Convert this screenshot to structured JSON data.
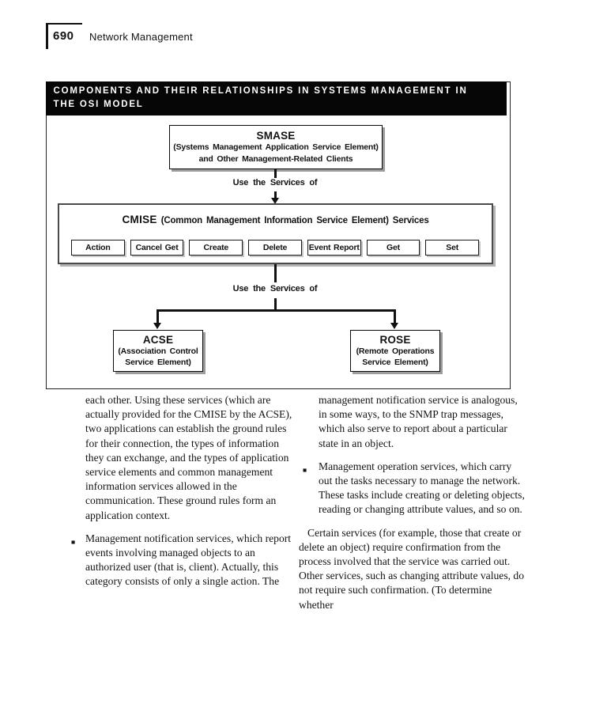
{
  "page_header": {
    "page_number": "690",
    "title": "Network Management"
  },
  "figure": {
    "banner_line1": "COMPONENTS AND THEIR RELATIONSHIPS IN SYSTEMS MANAGEMENT IN",
    "banner_line2": "THE OSI MODEL",
    "smase": {
      "title": "SMASE",
      "line1": "(Systems Management Application Service Element)",
      "line2": "and Other Management-Related Clients"
    },
    "connector1_label": "Use the Services of",
    "cmise": {
      "title": "CMISE",
      "subtitle": "(Common Management Information Service Element) Services",
      "services": [
        "Action",
        "Cancel Get",
        "Create",
        "Delete",
        "Event Report",
        "Get",
        "Set"
      ]
    },
    "connector2_label": "Use the Services of",
    "acse": {
      "title": "ACSE",
      "line1": "(Association Control",
      "line2": "Service Element)"
    },
    "rose": {
      "title": "ROSE",
      "line1": "(Remote Operations",
      "line2": "Service Element)"
    }
  },
  "body": {
    "bullet_marker": "■",
    "left": {
      "para1": "each other. Using these services (which are actually provided for the CMISE by the ACSE), two applications can establish the ground rules for their connection, the types of information they can exchange, and the types of application service elements and common management information services allowed in the communication. These ground rules form an application context.",
      "bullet1": "Management notification services, which report events involving managed objects to an authorized user (that is, client). Actually, this category consists of only a single action. The"
    },
    "right": {
      "para1": "management notification service is analogous, in some ways, to the SNMP trap messages, which also serve to report about a particular state in an object.",
      "bullet1": "Management operation services, which carry out the tasks necessary to manage the network. These tasks include creating or deleting objects, reading or changing attribute values, and so on.",
      "para2": "Certain services (for example, those that create or delete an object) require confirmation from the process involved that the service was carried out. Other services, such as changing attribute values, do not require such confirmation. (To determine whether"
    }
  },
  "colors": {
    "ink": "#121212",
    "banner_bg": "#060606",
    "banner_text": "#ffffff",
    "box_shadow": "#9c9c9c"
  }
}
